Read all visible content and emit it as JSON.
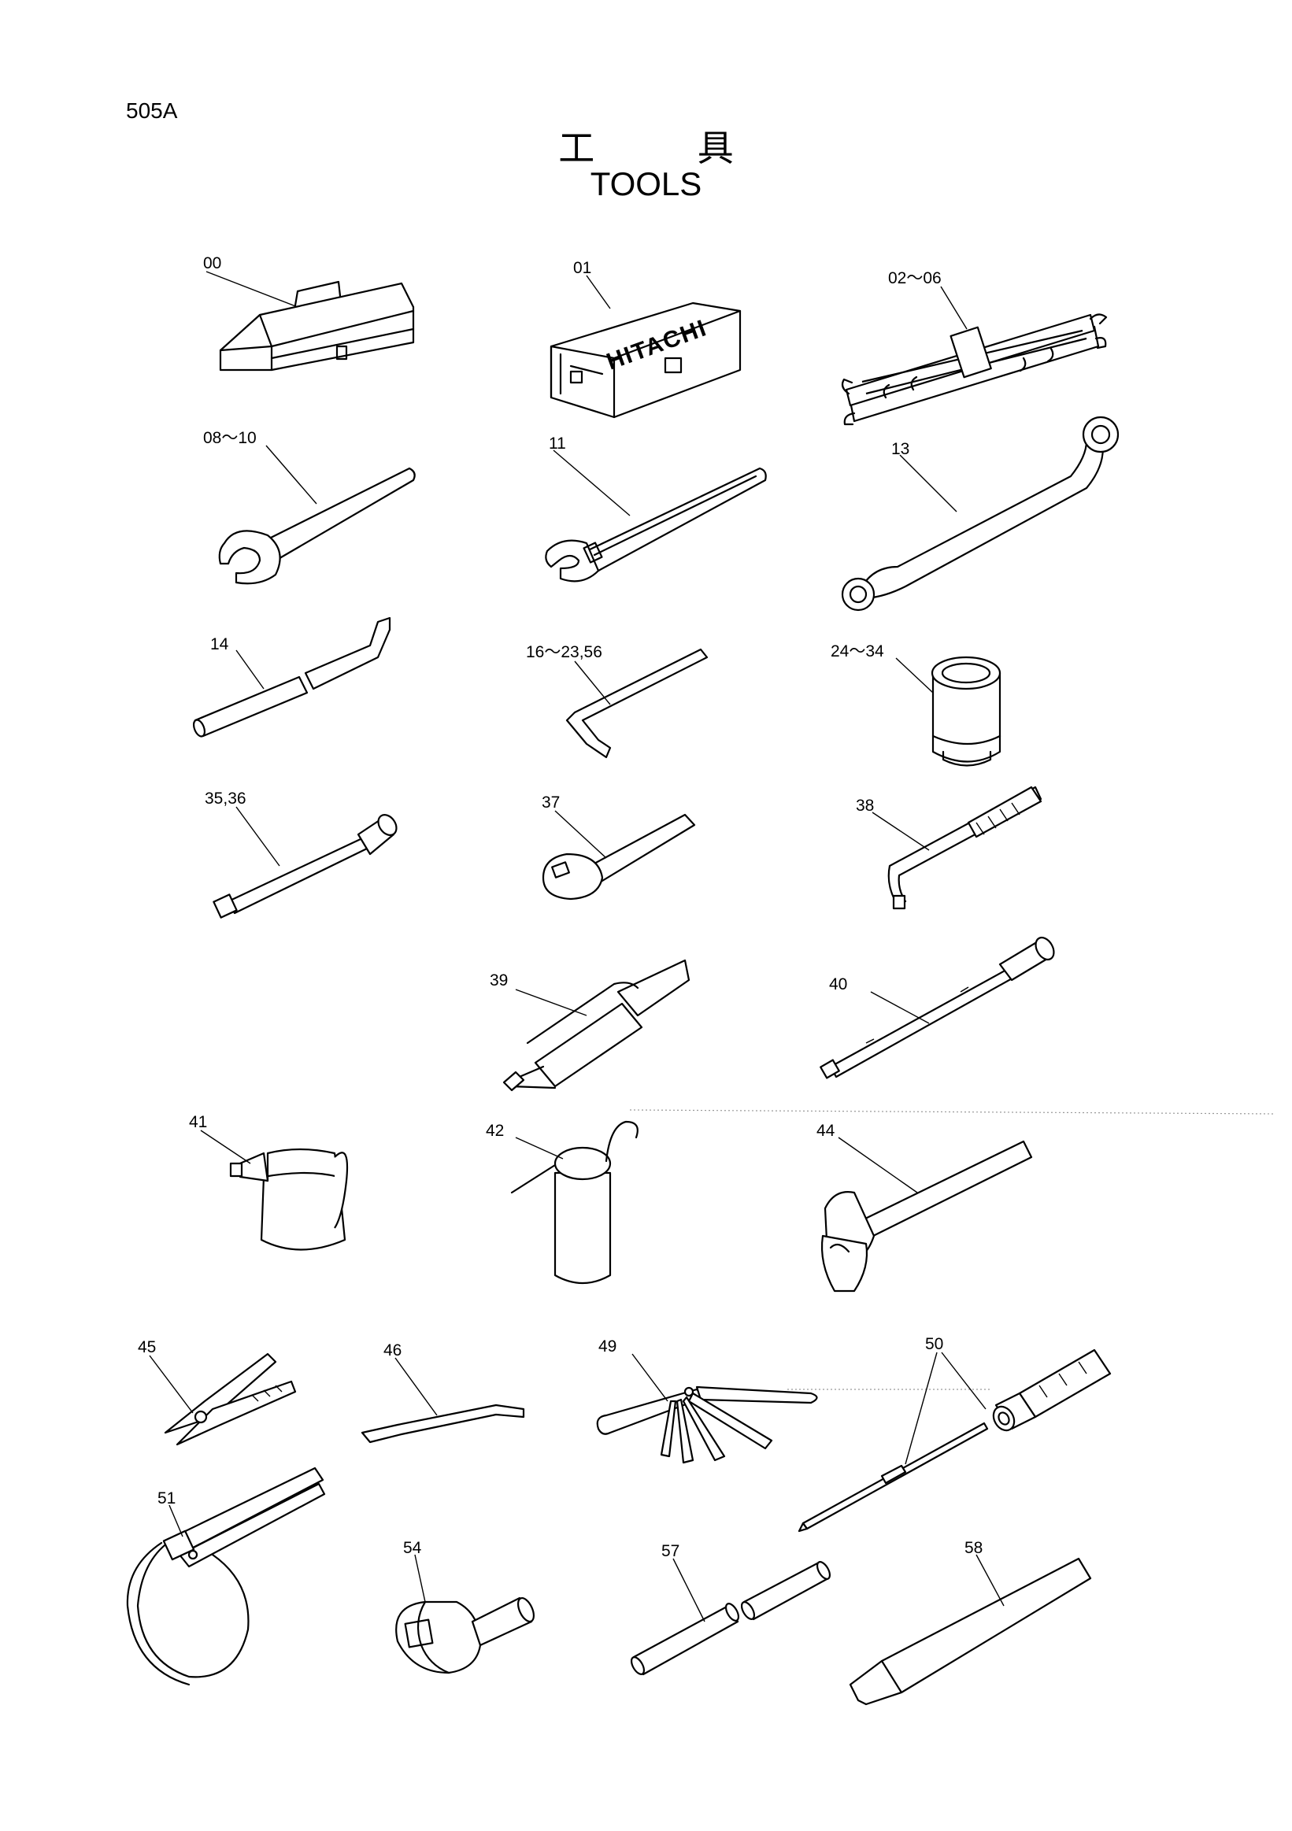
{
  "page_number": "505A",
  "title_jp": "工 具",
  "title_en": "TOOLS",
  "brand_text": "HITACHI",
  "callouts": [
    {
      "id": "c00",
      "label": "00"
    },
    {
      "id": "c01",
      "label": "01"
    },
    {
      "id": "c02",
      "label": "02～06"
    },
    {
      "id": "c08",
      "label": "08～10"
    },
    {
      "id": "c11",
      "label": "11"
    },
    {
      "id": "c13",
      "label": "13"
    },
    {
      "id": "c14",
      "label": "14"
    },
    {
      "id": "c16",
      "label": "16～23,56"
    },
    {
      "id": "c24",
      "label": "24～34"
    },
    {
      "id": "c35",
      "label": "35,36"
    },
    {
      "id": "c37",
      "label": "37"
    },
    {
      "id": "c38",
      "label": "38"
    },
    {
      "id": "c39",
      "label": "39"
    },
    {
      "id": "c40",
      "label": "40"
    },
    {
      "id": "c41",
      "label": "41"
    },
    {
      "id": "c42",
      "label": "42"
    },
    {
      "id": "c44",
      "label": "44"
    },
    {
      "id": "c45",
      "label": "45"
    },
    {
      "id": "c46",
      "label": "46"
    },
    {
      "id": "c49",
      "label": "49"
    },
    {
      "id": "c50",
      "label": "50"
    },
    {
      "id": "c51",
      "label": "51"
    },
    {
      "id": "c54",
      "label": "54"
    },
    {
      "id": "c57",
      "label": "57"
    },
    {
      "id": "c58",
      "label": "58"
    }
  ]
}
